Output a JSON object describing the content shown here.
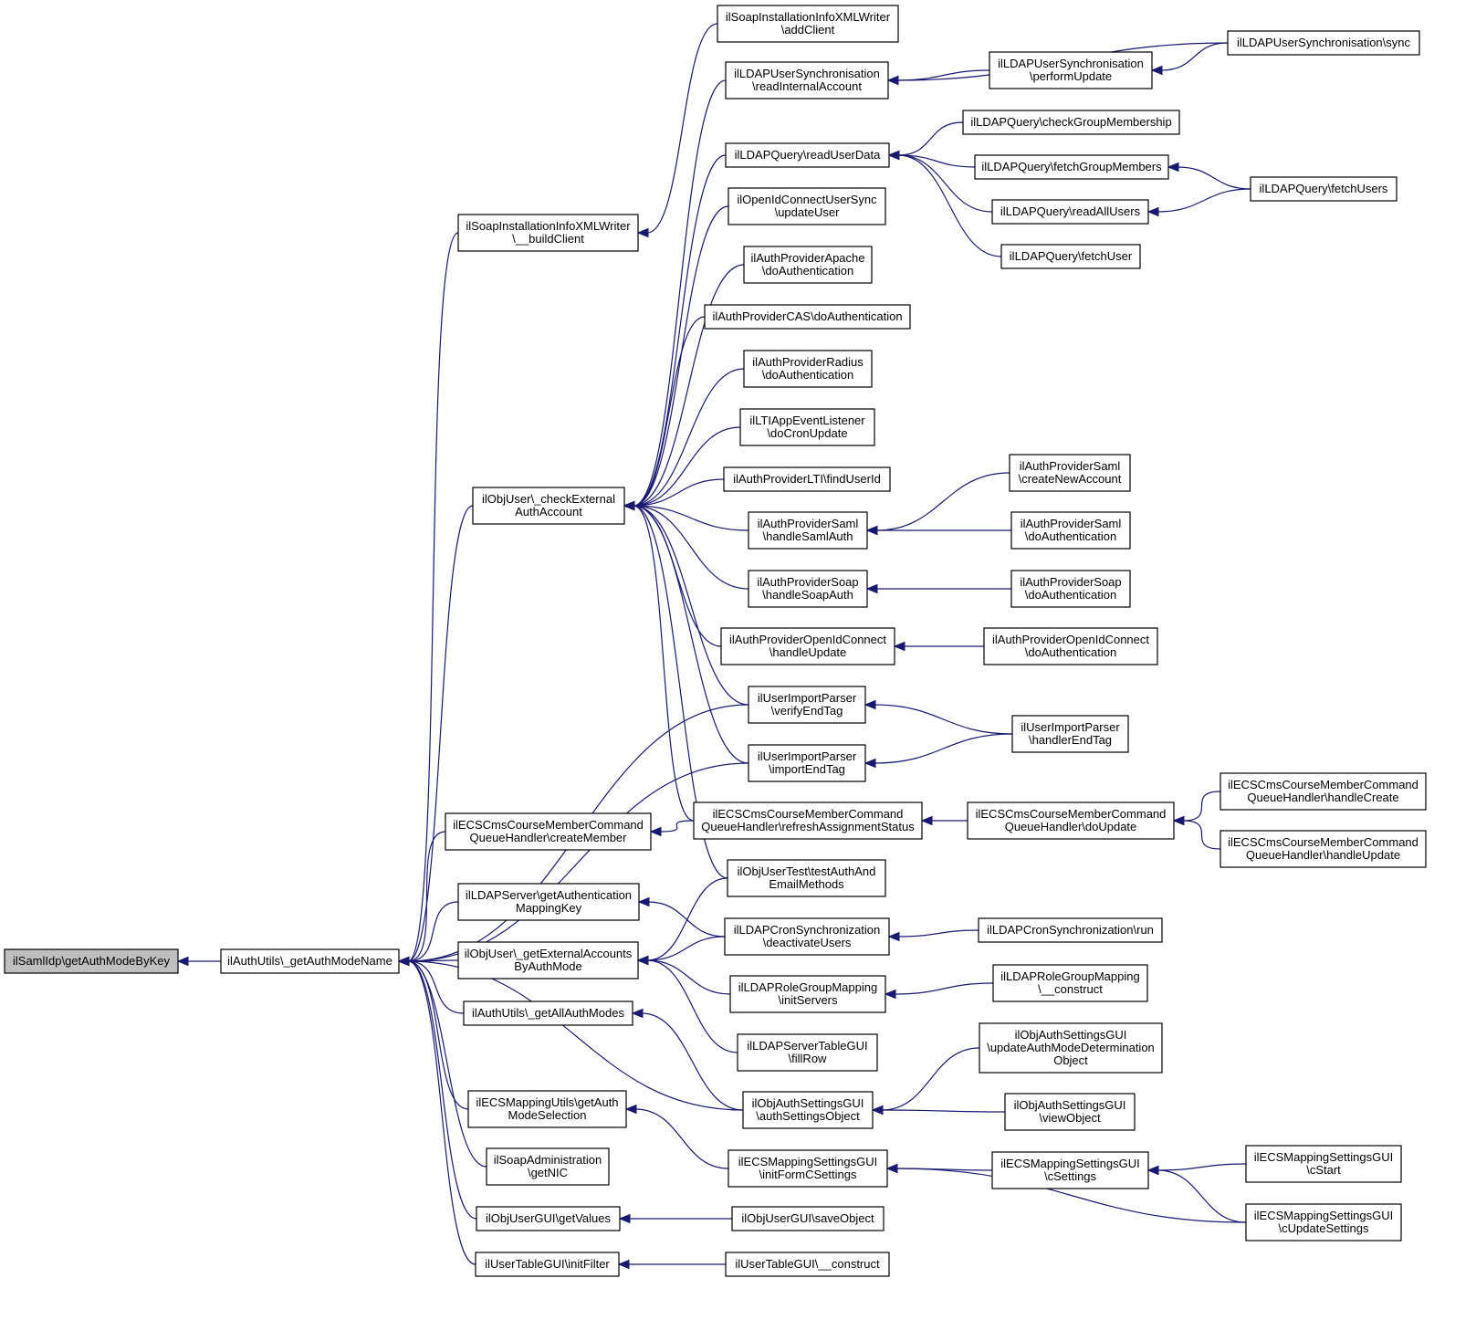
{
  "colors": {
    "edge": "#191970",
    "root_fill": "#bfbfbf",
    "node_fill": "#ffffff",
    "border": "#000000"
  },
  "nodes": [
    {
      "id": "n0",
      "lines": [
        "ilSamlIdp\\getAuthModeByKey"
      ],
      "root": true
    },
    {
      "id": "n1",
      "lines": [
        "ilAuthUtils\\_getAuthModeName"
      ]
    },
    {
      "id": "n2",
      "lines": [
        "ilSoapInstallationInfoXMLWriter",
        "\\__buildClient"
      ]
    },
    {
      "id": "n3",
      "lines": [
        "ilObjUser\\_checkExternal",
        "AuthAccount"
      ]
    },
    {
      "id": "n4",
      "lines": [
        "ilECSCmsCourseMemberCommand",
        "QueueHandler\\createMember"
      ]
    },
    {
      "id": "n5",
      "lines": [
        "ilLDAPServer\\getAuthentication",
        "MappingKey"
      ]
    },
    {
      "id": "n6",
      "lines": [
        "ilObjUser\\_getExternalAccounts",
        "ByAuthMode"
      ]
    },
    {
      "id": "n7",
      "lines": [
        "ilAuthUtils\\_getAllAuthModes"
      ]
    },
    {
      "id": "n8",
      "lines": [
        "ilECSMappingUtils\\getAuth",
        "ModeSelection"
      ]
    },
    {
      "id": "n9",
      "lines": [
        "ilSoapAdministration",
        "\\getNIC"
      ]
    },
    {
      "id": "n10",
      "lines": [
        "ilObjUserGUI\\getValues"
      ]
    },
    {
      "id": "n11",
      "lines": [
        "ilUserTableGUI\\initFilter"
      ]
    },
    {
      "id": "n12",
      "lines": [
        "ilSoapInstallationInfoXMLWriter",
        "\\addClient"
      ]
    },
    {
      "id": "n13",
      "lines": [
        "ilLDAPUserSynchronisation",
        "\\readInternalAccount"
      ]
    },
    {
      "id": "n14",
      "lines": [
        "ilLDAPQuery\\readUserData"
      ]
    },
    {
      "id": "n15",
      "lines": [
        "ilOpenIdConnectUserSync",
        "\\updateUser"
      ]
    },
    {
      "id": "n16",
      "lines": [
        "ilAuthProviderApache",
        "\\doAuthentication"
      ]
    },
    {
      "id": "n17",
      "lines": [
        "ilAuthProviderCAS\\doAuthentication"
      ]
    },
    {
      "id": "n18",
      "lines": [
        "ilAuthProviderRadius",
        "\\doAuthentication"
      ]
    },
    {
      "id": "n19",
      "lines": [
        "ilLTIAppEventListener",
        "\\doCronUpdate"
      ]
    },
    {
      "id": "n20",
      "lines": [
        "ilAuthProviderLTI\\findUserId"
      ]
    },
    {
      "id": "n21",
      "lines": [
        "ilAuthProviderSaml",
        "\\handleSamlAuth"
      ]
    },
    {
      "id": "n22",
      "lines": [
        "ilAuthProviderSoap",
        "\\handleSoapAuth"
      ]
    },
    {
      "id": "n23",
      "lines": [
        "ilAuthProviderOpenIdConnect",
        "\\handleUpdate"
      ]
    },
    {
      "id": "n24",
      "lines": [
        "ilUserImportParser",
        "\\verifyEndTag"
      ]
    },
    {
      "id": "n25",
      "lines": [
        "ilUserImportParser",
        "\\importEndTag"
      ]
    },
    {
      "id": "n26",
      "lines": [
        "ilECSCmsCourseMemberCommand",
        "QueueHandler\\refreshAssignmentStatus"
      ]
    },
    {
      "id": "n27",
      "lines": [
        "ilObjUserTest\\testAuthAnd",
        "EmailMethods"
      ]
    },
    {
      "id": "n28",
      "lines": [
        "ilLDAPCronSynchronization",
        "\\deactivateUsers"
      ]
    },
    {
      "id": "n29",
      "lines": [
        "ilLDAPRoleGroupMapping",
        "\\initServers"
      ]
    },
    {
      "id": "n30",
      "lines": [
        "ilLDAPServerTableGUI",
        "\\fillRow"
      ]
    },
    {
      "id": "n31",
      "lines": [
        "ilObjAuthSettingsGUI",
        "\\authSettingsObject"
      ]
    },
    {
      "id": "n32",
      "lines": [
        "ilECSMappingSettingsGUI",
        "\\initFormCSettings"
      ]
    },
    {
      "id": "n33",
      "lines": [
        "ilObjUserGUI\\saveObject"
      ]
    },
    {
      "id": "n34",
      "lines": [
        "ilUserTableGUI\\__construct"
      ]
    },
    {
      "id": "n35",
      "lines": [
        "ilLDAPUserSynchronisation",
        "\\performUpdate"
      ]
    },
    {
      "id": "n36",
      "lines": [
        "ilLDAPQuery\\checkGroupMembership"
      ]
    },
    {
      "id": "n37",
      "lines": [
        "ilLDAPQuery\\fetchGroupMembers"
      ]
    },
    {
      "id": "n38",
      "lines": [
        "ilLDAPQuery\\readAllUsers"
      ]
    },
    {
      "id": "n39",
      "lines": [
        "ilLDAPQuery\\fetchUser"
      ]
    },
    {
      "id": "n40",
      "lines": [
        "ilAuthProviderSaml",
        "\\createNewAccount"
      ]
    },
    {
      "id": "n41",
      "lines": [
        "ilAuthProviderSaml",
        "\\doAuthentication"
      ]
    },
    {
      "id": "n42",
      "lines": [
        "ilAuthProviderSoap",
        "\\doAuthentication"
      ]
    },
    {
      "id": "n43",
      "lines": [
        "ilAuthProviderOpenIdConnect",
        "\\doAuthentication"
      ]
    },
    {
      "id": "n44",
      "lines": [
        "ilUserImportParser",
        "\\handlerEndTag"
      ]
    },
    {
      "id": "n45",
      "lines": [
        "ilECSCmsCourseMemberCommand",
        "QueueHandler\\doUpdate"
      ]
    },
    {
      "id": "n46",
      "lines": [
        "ilLDAPCronSynchronization\\run"
      ]
    },
    {
      "id": "n47",
      "lines": [
        "ilLDAPRoleGroupMapping",
        "\\__construct"
      ]
    },
    {
      "id": "n48",
      "lines": [
        "ilObjAuthSettingsGUI",
        "\\updateAuthModeDetermination",
        "Object"
      ]
    },
    {
      "id": "n49",
      "lines": [
        "ilObjAuthSettingsGUI",
        "\\viewObject"
      ]
    },
    {
      "id": "n50",
      "lines": [
        "ilECSMappingSettingsGUI",
        "\\cSettings"
      ]
    },
    {
      "id": "n51",
      "lines": [
        "ilLDAPUserSynchronisation\\sync"
      ]
    },
    {
      "id": "n52",
      "lines": [
        "ilLDAPQuery\\fetchUsers"
      ]
    },
    {
      "id": "n53",
      "lines": [
        "ilECSCmsCourseMemberCommand",
        "QueueHandler\\handleCreate"
      ]
    },
    {
      "id": "n54",
      "lines": [
        "ilECSCmsCourseMemberCommand",
        "QueueHandler\\handleUpdate"
      ]
    },
    {
      "id": "n55",
      "lines": [
        "ilECSMappingSettingsGUI",
        "\\cStart"
      ]
    },
    {
      "id": "n56",
      "lines": [
        "ilECSMappingSettingsGUI",
        "\\cUpdateSettings"
      ]
    }
  ],
  "edges": [
    [
      "n1",
      "n0"
    ],
    [
      "n2",
      "n1"
    ],
    [
      "n3",
      "n1"
    ],
    [
      "n4",
      "n1"
    ],
    [
      "n5",
      "n1"
    ],
    [
      "n6",
      "n1"
    ],
    [
      "n7",
      "n1"
    ],
    [
      "n8",
      "n1"
    ],
    [
      "n9",
      "n1"
    ],
    [
      "n10",
      "n1"
    ],
    [
      "n11",
      "n1"
    ],
    [
      "n24",
      "n1"
    ],
    [
      "n25",
      "n1"
    ],
    [
      "n31",
      "n1"
    ],
    [
      "n12",
      "n2"
    ],
    [
      "n13",
      "n3"
    ],
    [
      "n14",
      "n3"
    ],
    [
      "n15",
      "n3"
    ],
    [
      "n16",
      "n3"
    ],
    [
      "n17",
      "n3"
    ],
    [
      "n18",
      "n3"
    ],
    [
      "n19",
      "n3"
    ],
    [
      "n20",
      "n3"
    ],
    [
      "n21",
      "n3"
    ],
    [
      "n22",
      "n3"
    ],
    [
      "n23",
      "n3"
    ],
    [
      "n24",
      "n3"
    ],
    [
      "n25",
      "n3"
    ],
    [
      "n26",
      "n3"
    ],
    [
      "n27",
      "n3"
    ],
    [
      "n26",
      "n4"
    ],
    [
      "n28",
      "n5"
    ],
    [
      "n27",
      "n6"
    ],
    [
      "n28",
      "n6"
    ],
    [
      "n29",
      "n6"
    ],
    [
      "n30",
      "n6"
    ],
    [
      "n31",
      "n7"
    ],
    [
      "n32",
      "n8"
    ],
    [
      "n33",
      "n10"
    ],
    [
      "n34",
      "n11"
    ],
    [
      "n35",
      "n13"
    ],
    [
      "n51",
      "n13"
    ],
    [
      "n36",
      "n14"
    ],
    [
      "n37",
      "n14"
    ],
    [
      "n38",
      "n14"
    ],
    [
      "n39",
      "n14"
    ],
    [
      "n40",
      "n21"
    ],
    [
      "n41",
      "n21"
    ],
    [
      "n42",
      "n22"
    ],
    [
      "n43",
      "n23"
    ],
    [
      "n44",
      "n24"
    ],
    [
      "n44",
      "n25"
    ],
    [
      "n45",
      "n26"
    ],
    [
      "n46",
      "n28"
    ],
    [
      "n47",
      "n29"
    ],
    [
      "n48",
      "n31"
    ],
    [
      "n49",
      "n31"
    ],
    [
      "n50",
      "n32"
    ],
    [
      "n56",
      "n32"
    ],
    [
      "n51",
      "n35"
    ],
    [
      "n52",
      "n37"
    ],
    [
      "n52",
      "n38"
    ],
    [
      "n53",
      "n45"
    ],
    [
      "n54",
      "n45"
    ],
    [
      "n55",
      "n50"
    ],
    [
      "n56",
      "n50"
    ]
  ]
}
